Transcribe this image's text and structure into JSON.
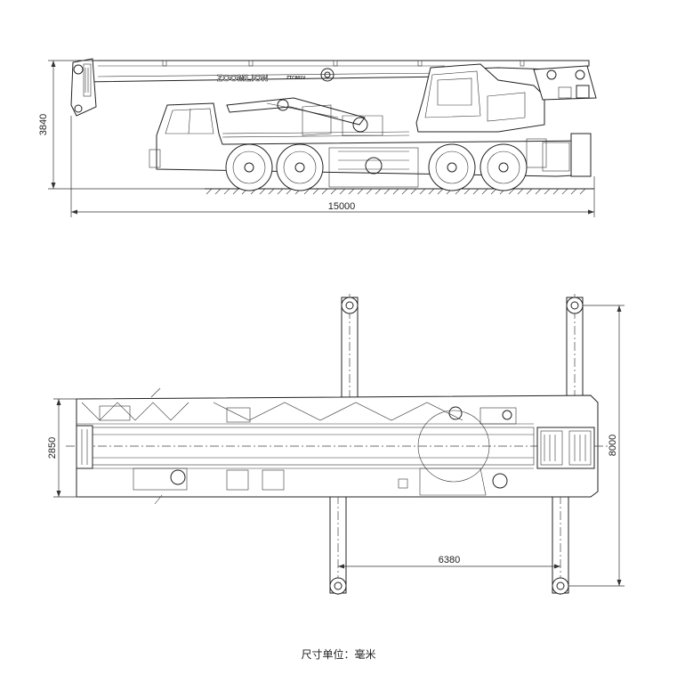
{
  "side_view": {
    "brand_label": "ZOOMLION",
    "model_label": "ZTC801V",
    "height_dim": "3840",
    "length_dim": "15000"
  },
  "top_view": {
    "width_dim": "2850",
    "outrigger_span_dim": "8000",
    "outrigger_spacing_dim": "6380"
  },
  "caption": "尺寸单位：毫米"
}
